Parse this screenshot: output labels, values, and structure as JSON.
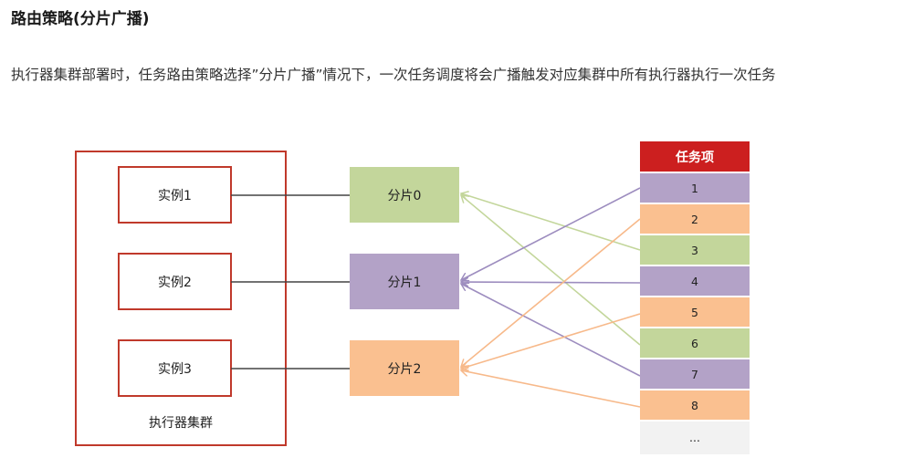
{
  "heading": "路由策略(分片广播)",
  "paragraph": "执行器集群部署时，任务路由策略选择”分片广播”情况下，一次任务调度将会广播触发对应集群中所有执行器执行一次任务",
  "diagram": {
    "cluster_label": "执行器集群",
    "instances": [
      "实例1",
      "实例2",
      "实例3"
    ],
    "shards": [
      "分片0",
      "分片1",
      "分片2"
    ],
    "task_header": "任务项",
    "tasks": [
      "1",
      "2",
      "3",
      "4",
      "5",
      "6",
      "7",
      "8",
      "..."
    ],
    "colors": {
      "cluster_border": "#c0392b",
      "header_bg": "#cc1f1f",
      "shard0": "#c3d69b",
      "shard1": "#b3a2c7",
      "shard2": "#fac090",
      "ellipsis": "#f2f2f2"
    }
  }
}
